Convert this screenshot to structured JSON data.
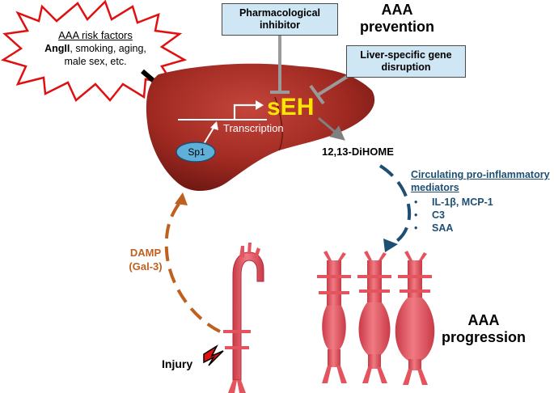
{
  "risk_factors": {
    "title": "AAA risk factors",
    "line1_bold": "AngII",
    "line1_rest": ", smoking, aging,",
    "line2": "male sex, etc."
  },
  "interventions": {
    "pharmacological": "Pharmacological inhibitor",
    "liver_specific": "Liver-specific gene disruption",
    "prevention_label": "AAA prevention"
  },
  "liver": {
    "enzyme": "sEH",
    "transcription": "Transcription",
    "factor": "Sp1"
  },
  "metabolite": "12,13-DiHOME",
  "mediators": {
    "title": "Circulating pro-inflammatory mediators",
    "items": [
      "IL-1β, MCP-1",
      "C3",
      "SAA"
    ]
  },
  "damp": {
    "line1": "DAMP",
    "line2": "(Gal-3)"
  },
  "injury": "Injury",
  "progression": "AAA progression",
  "colors": {
    "liver": "#a02a22",
    "enzyme_text": "#ffe600",
    "box_fill": "#cfe6f5",
    "mediator_text": "#1d4f73",
    "damp_arrow": "#c0601e",
    "aorta": "#e3545f",
    "starburst_stroke": "#e01010"
  }
}
